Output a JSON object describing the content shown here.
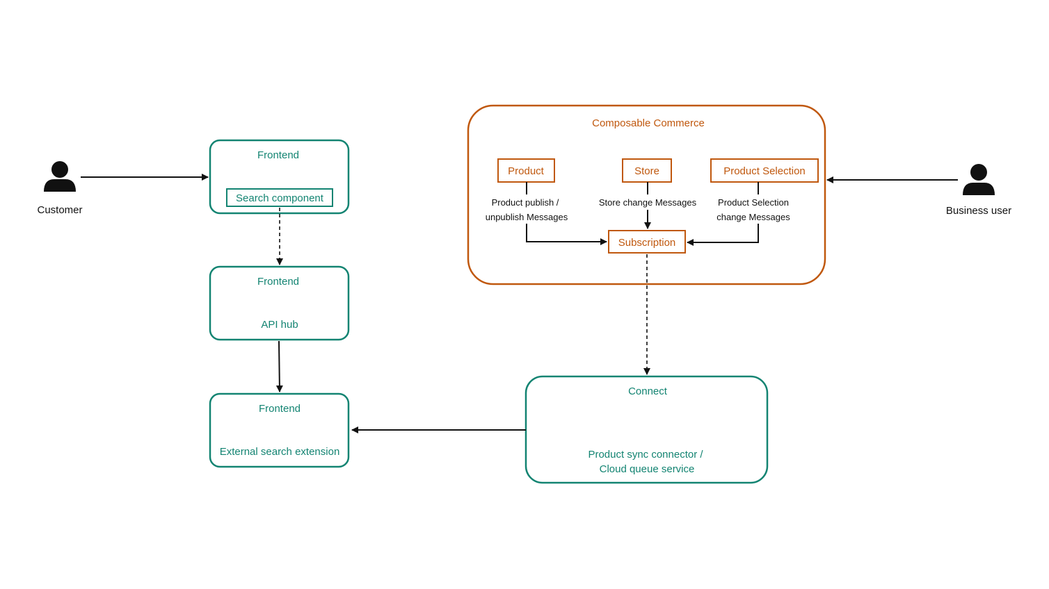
{
  "colors": {
    "teal": "#138472",
    "orange": "#c0580e",
    "ink": "#111111"
  },
  "actors": {
    "customer": {
      "label": "Customer",
      "icon": "user-icon"
    },
    "business_user": {
      "label": "Business user",
      "icon": "user-icon"
    }
  },
  "nodes": {
    "frontend_search": {
      "title": "Frontend",
      "inner": "Search component"
    },
    "frontend_api": {
      "title": "Frontend",
      "subtitle": "API hub"
    },
    "frontend_ext": {
      "title": "Frontend",
      "subtitle": "External search extension"
    },
    "commerce": {
      "title": "Composable Commerce",
      "product": "Product",
      "store": "Store",
      "product_selection": "Product Selection",
      "subscription": "Subscription"
    },
    "connect": {
      "title": "Connect",
      "subtitle_line1": "Product sync connector /",
      "subtitle_line2": "Cloud queue service"
    }
  },
  "edge_labels": {
    "product_msg_line1": "Product publish /",
    "product_msg_line2": "unpublish Messages",
    "store_msg": "Store change Messages",
    "selection_msg_line1": "Product Selection",
    "selection_msg_line2": "change Messages"
  }
}
